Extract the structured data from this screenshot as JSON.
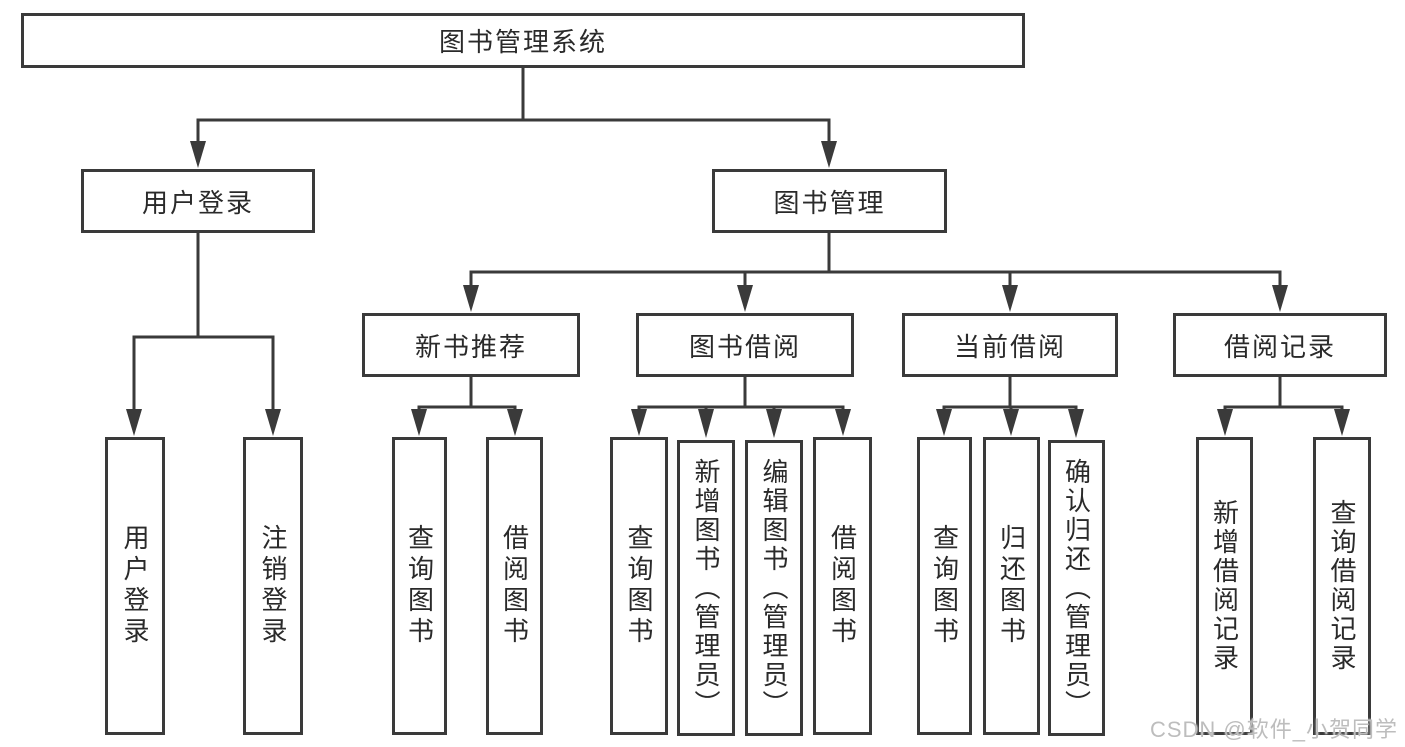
{
  "colors": {
    "line": "#3a3a3a",
    "box_border": "#3a3a3a",
    "text": "#2a2a2a",
    "background": "#ffffff",
    "watermark": "#bdbdbd"
  },
  "watermark": {
    "text": "CSDN @软件_小贺同学"
  },
  "tree": {
    "root": {
      "label": "图书管理系统"
    },
    "branches": [
      {
        "label": "用户登录",
        "children": [
          {
            "label": "用户登录"
          },
          {
            "label": "注销登录"
          }
        ]
      },
      {
        "label": "图书管理",
        "groups": [
          {
            "label": "新书推荐",
            "children": [
              {
                "label": "查询图书"
              },
              {
                "label": "借阅图书"
              }
            ]
          },
          {
            "label": "图书借阅",
            "children": [
              {
                "label": "查询图书"
              },
              {
                "label": "新增图书（管理员）"
              },
              {
                "label": "编辑图书（管理员）"
              },
              {
                "label": "借阅图书"
              }
            ]
          },
          {
            "label": "当前借阅",
            "children": [
              {
                "label": "查询图书"
              },
              {
                "label": "归还图书"
              },
              {
                "label": "确认归还（管理员）"
              }
            ]
          },
          {
            "label": "借阅记录",
            "children": [
              {
                "label": "新增借阅记录"
              },
              {
                "label": "查询借阅记录"
              }
            ]
          }
        ]
      }
    ]
  }
}
